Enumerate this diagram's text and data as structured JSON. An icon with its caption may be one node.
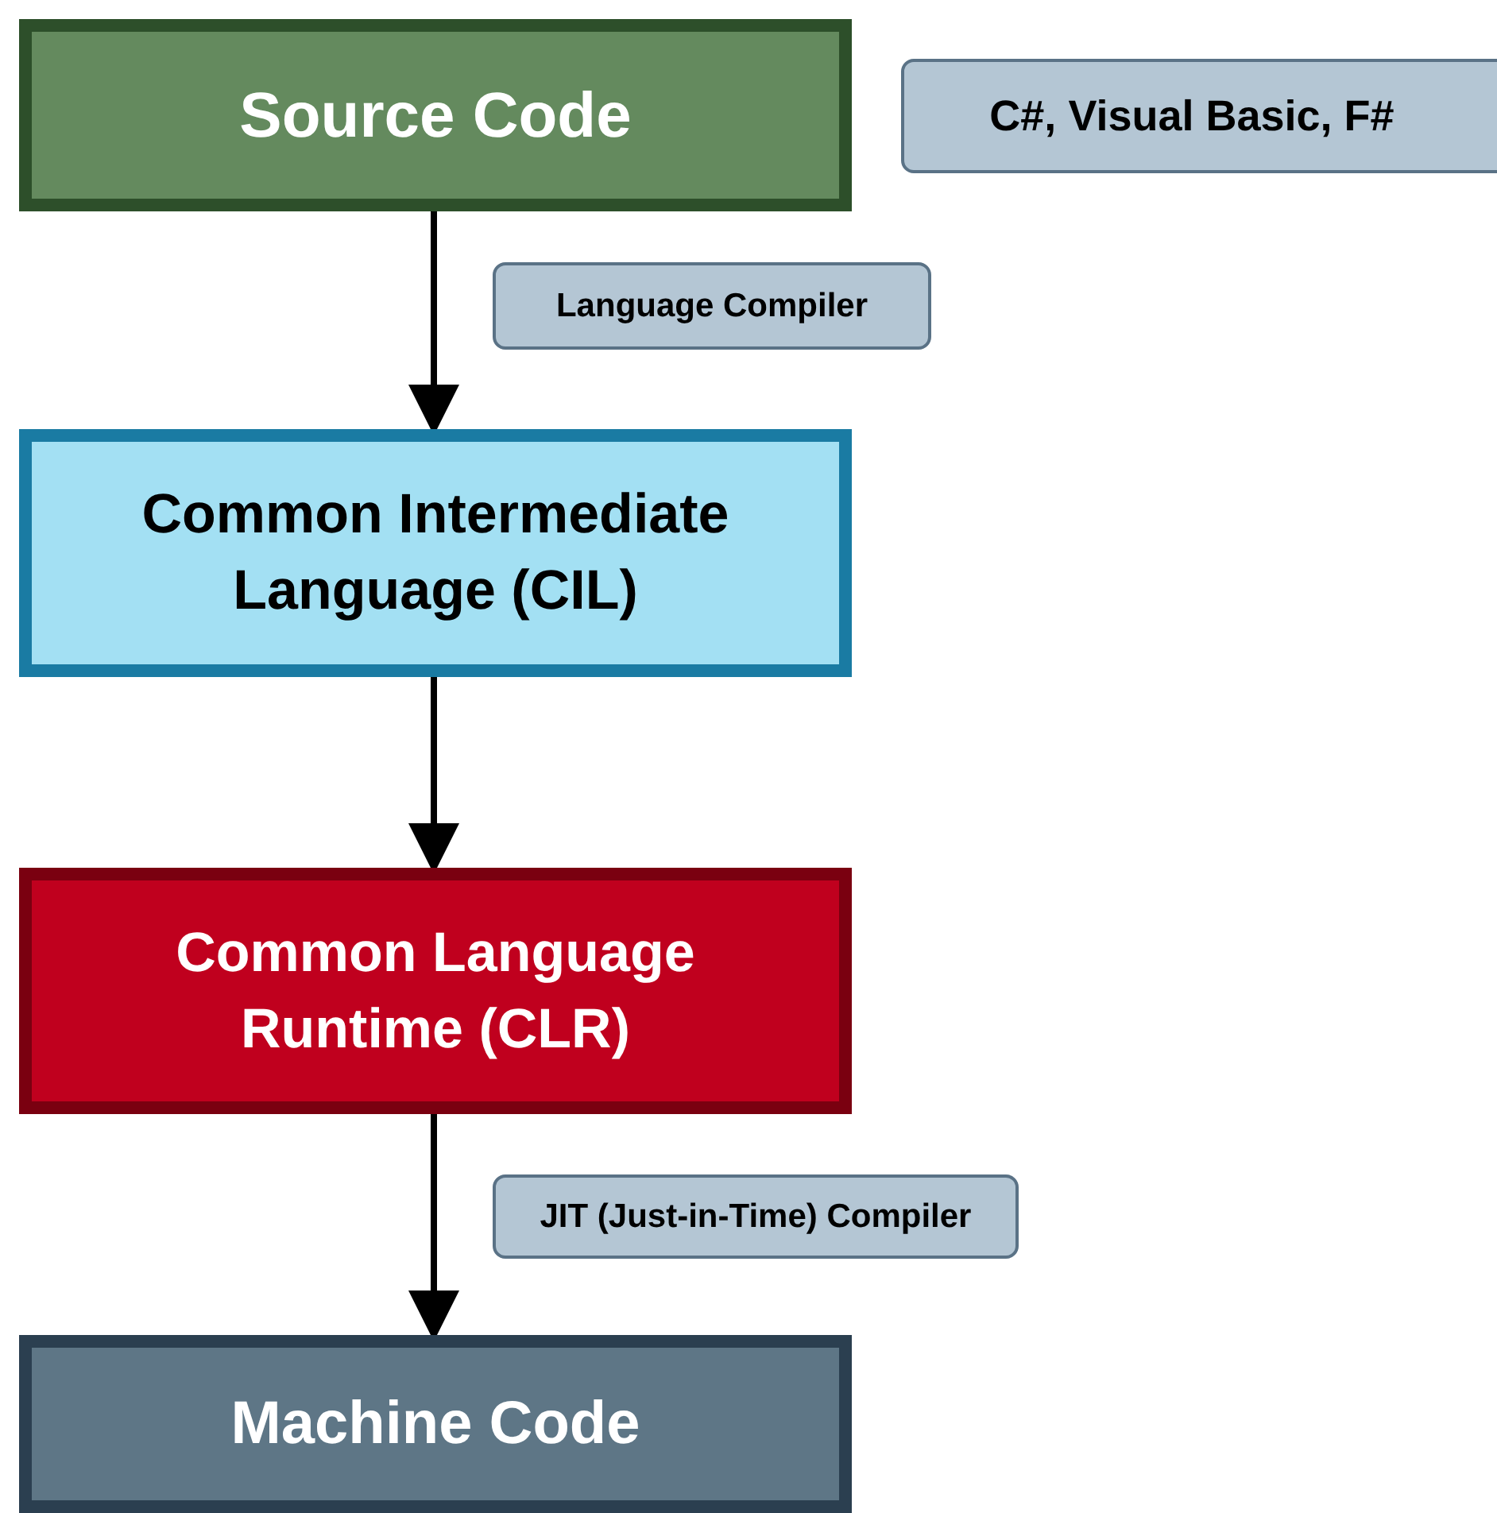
{
  "diagram": {
    "nodes": [
      {
        "text": [
          "Source Code"
        ]
      },
      {
        "text": [
          "C#, Visual Basic, F#"
        ]
      },
      {
        "text": [
          "Common Intermediate Language (CIL)"
        ]
      },
      {
        "text": [
          "Common Language Runtime (CLR)"
        ]
      },
      {
        "text": [
          "Machine Code"
        ]
      }
    ],
    "edges": [
      {
        "from": 0,
        "to": 2,
        "arrow": "to",
        "label": "Language Compiler"
      },
      {
        "from": 2,
        "to": 3,
        "arrow": "to"
      },
      {
        "from": 3,
        "to": 4,
        "arrow": "to",
        "label": "JIT (Just-in-Time) Compiler"
      }
    ]
  }
}
